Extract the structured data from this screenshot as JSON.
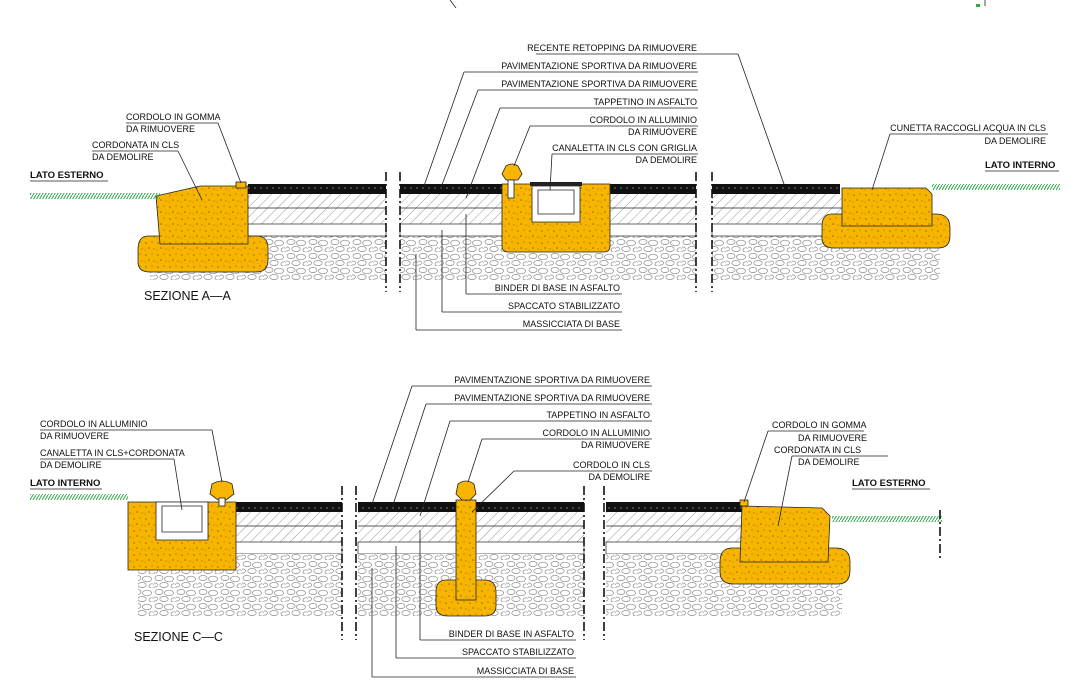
{
  "colors": {
    "concrete": "#f7b500",
    "asphalt": "#111111",
    "grass": "#2fa84a",
    "gravel_outline": "#7a7a7a"
  },
  "section_aa": {
    "title": "SEZIONE A—A",
    "side_left": "LATO ESTERNO",
    "side_right": "LATO INTERNO",
    "labels": {
      "cordolo_gomma": [
        "CORDOLO IN GOMMA",
        "DA RIMUOVERE"
      ],
      "cordonata": [
        "CORDONATA IN CLS",
        "DA DEMOLIRE"
      ],
      "recente_retopping": "RECENTE RETOPPING DA RIMUOVERE",
      "pav_sportiva_1": "PAVIMENTAZIONE SPORTIVA DA RIMUOVERE",
      "pav_sportiva_2": "PAVIMENTAZIONE SPORTIVA DA RIMUOVERE",
      "tappetino": "TAPPETINO IN ASFALTO",
      "cordolo_alluminio": [
        "CORDOLO IN ALLUMINIO",
        "DA RIMUOVERE"
      ],
      "canaletta": [
        "CANALETTA IN CLS CON GRIGLIA",
        "DA DEMOLIRE"
      ],
      "cunetta": [
        "CUNETTA RACCOGLI ACQUA IN CLS",
        "DA DEMOLIRE"
      ],
      "binder": "BINDER DI BASE IN ASFALTO",
      "spaccato": "SPACCATO STABILIZZATO",
      "massicciata": "MASSICCIATA DI BASE"
    }
  },
  "section_cc": {
    "title": "SEZIONE C—C",
    "side_left": "LATO INTERNO",
    "side_right": "LATO ESTERNO",
    "labels": {
      "cordolo_alluminio_l": [
        "CORDOLO IN ALLUMINIO",
        "DA RIMUOVERE"
      ],
      "canaletta_cordonata": [
        "CANALETTA IN CLS+CORDONATA",
        "DA DEMOLIRE"
      ],
      "pav_sportiva_1": "PAVIMENTAZIONE SPORTIVA DA RIMUOVERE",
      "pav_sportiva_2": "PAVIMENTAZIONE SPORTIVA DA RIMUOVERE",
      "tappetino": "TAPPETINO IN ASFALTO",
      "cordolo_alluminio": [
        "CORDOLO IN ALLUMINIO",
        "DA RIMUOVERE"
      ],
      "cordolo_cls": [
        "CORDOLO IN CLS",
        "DA DEMOLIRE"
      ],
      "cordolo_gomma": [
        "CORDOLO IN GOMMA",
        "DA RIMUOVERE"
      ],
      "cordonata": [
        "CORDONATA IN CLS",
        "DA DEMOLIRE"
      ],
      "binder": "BINDER DI BASE IN ASFALTO",
      "spaccato": "SPACCATO STABILIZZATO",
      "massicciata": "MASSICCIATA DI BASE"
    }
  }
}
